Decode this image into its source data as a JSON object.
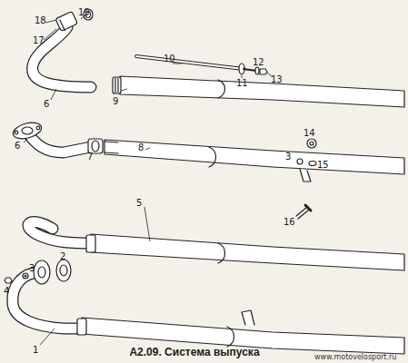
{
  "diagram": {
    "caption": "А2.09. Система выпуска",
    "labels": [
      "18",
      "19",
      "17",
      "6",
      "10",
      "9",
      "11",
      "12",
      "13",
      "6",
      "7",
      "8",
      "14",
      "3",
      "15",
      "16",
      "5",
      "4",
      "3",
      "2",
      "1",
      "www.motovelosport.ru"
    ]
  }
}
